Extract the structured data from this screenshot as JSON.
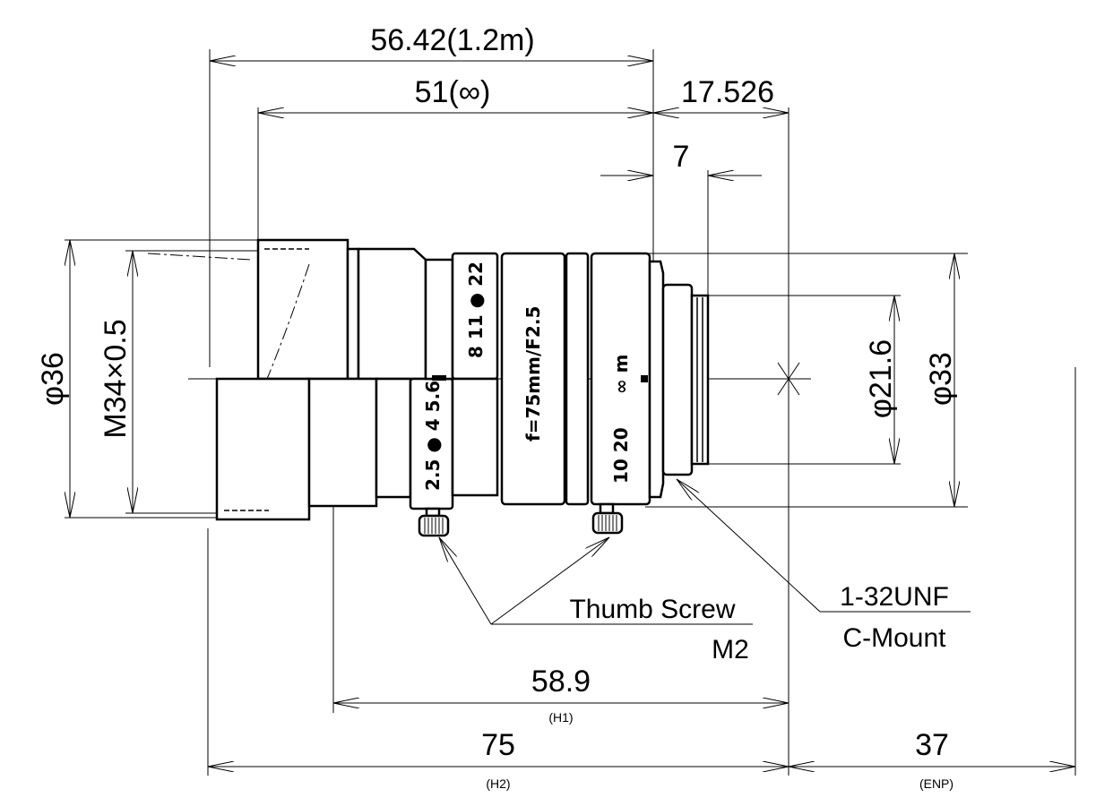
{
  "dimensions": {
    "overall_1_2m": "56.42(1.2m)",
    "overall_inf": "51(∞)",
    "flange_back": "17.526",
    "mount_depth": "7",
    "front_diameter": "φ36",
    "filter_thread": "M34×0.5",
    "rear_diameter": "φ21.6",
    "body_diameter": "φ33",
    "h1_value": "58.9",
    "h1_label": "(H1)",
    "h2_value": "75",
    "h2_label": "(H2)",
    "enp_value": "37",
    "enp_label": "(ENP)"
  },
  "callouts": {
    "thumb_screw": "Thumb Screw",
    "thumb_screw_size": "M2",
    "thread": "1-32UNF",
    "mount": "C-Mount"
  },
  "lens_markings": {
    "aperture_upper": "8 11 ● 22",
    "aperture_lower": "2.5 ● 4 5.6",
    "focal": "f=75mm/F2.5",
    "focus_upper": "∞ m",
    "focus_lower": "10 20"
  }
}
